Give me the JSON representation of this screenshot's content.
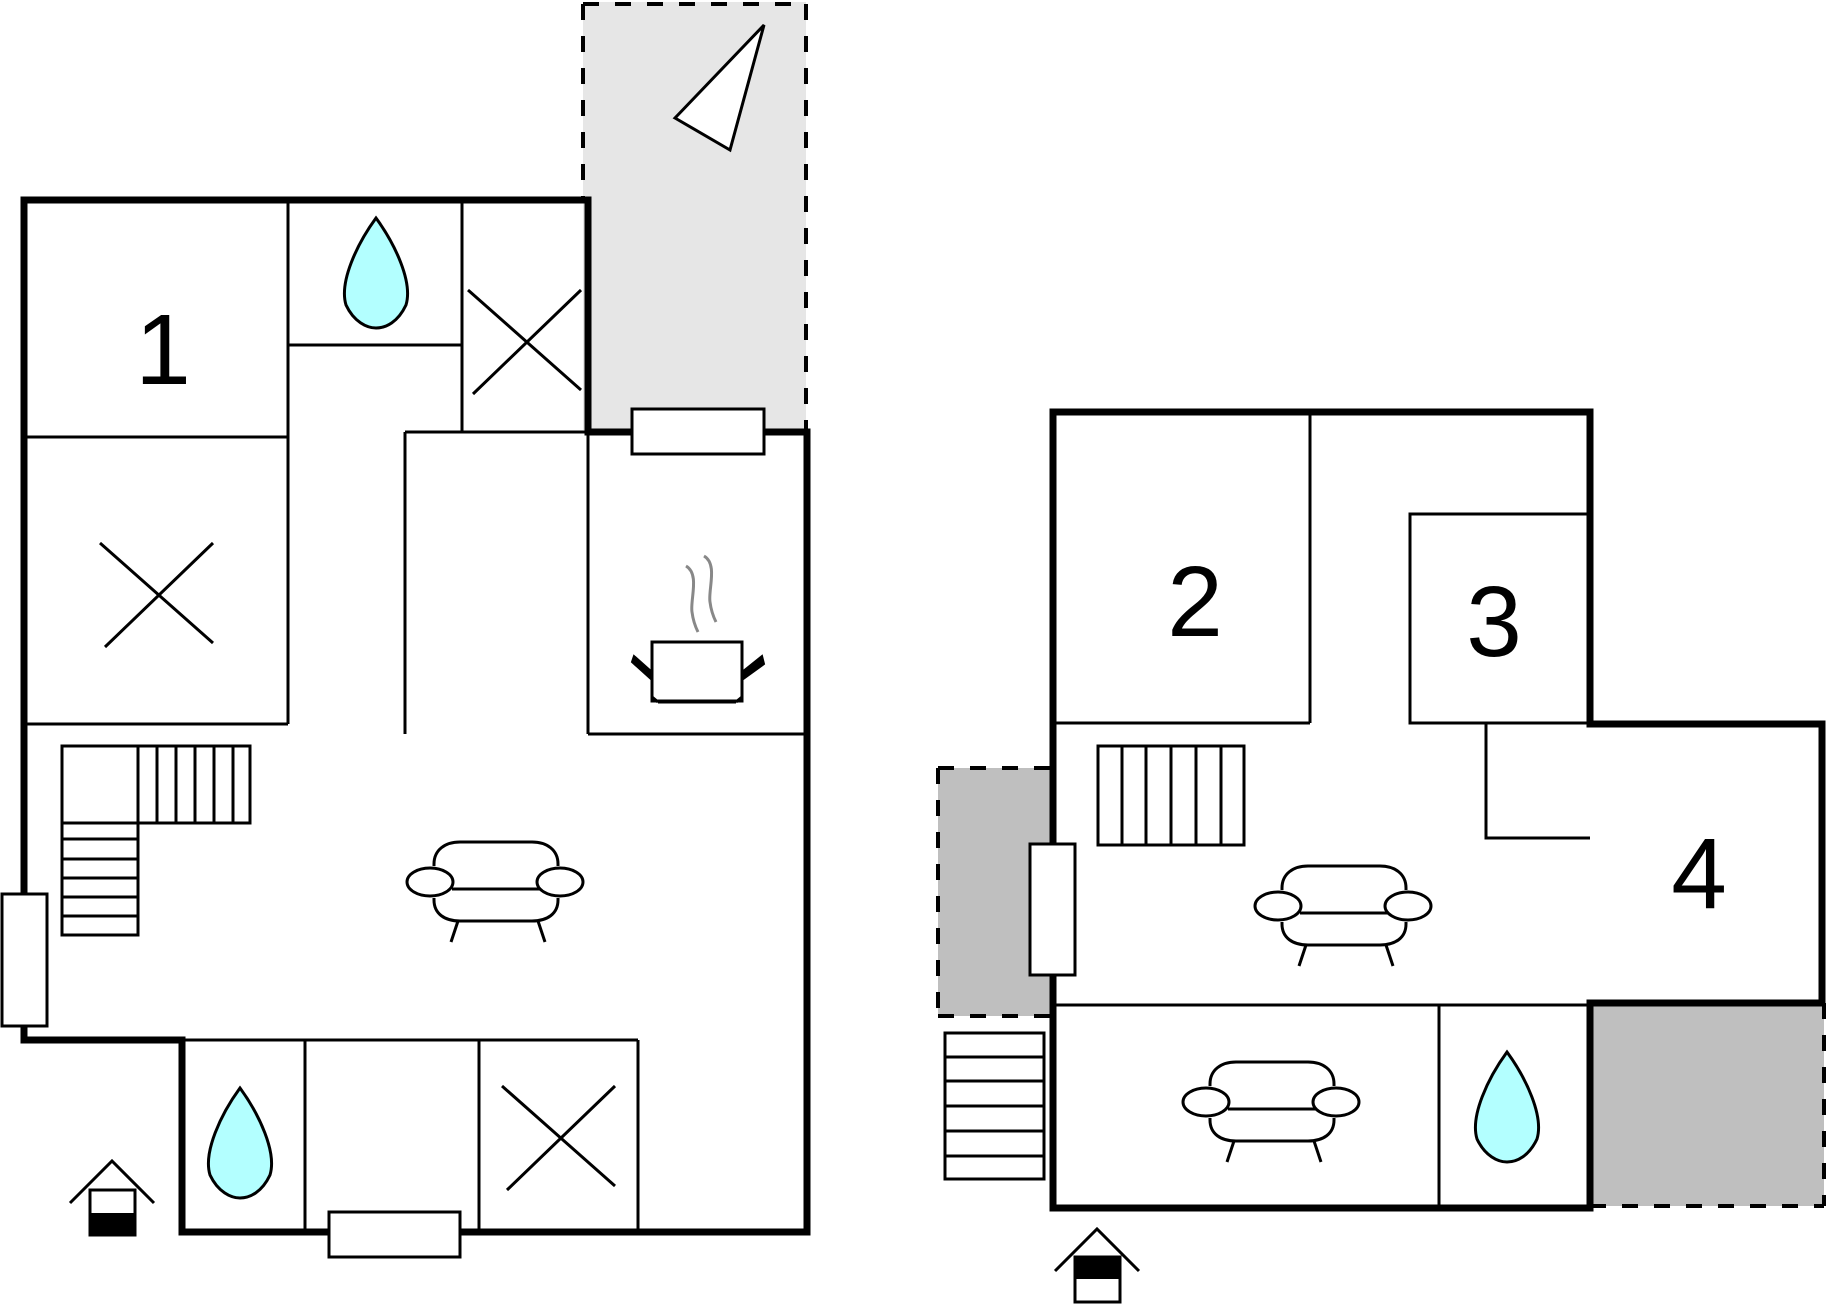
{
  "rooms": {
    "room_1": "1",
    "room_2": "2",
    "room_3": "3",
    "room_4": "4"
  },
  "colors": {
    "wall": "#000000",
    "terrace_light": "#e6e6e6",
    "terrace_dark": "#bfbfbf",
    "water_drop": "#b3ffff",
    "steam": "#888888"
  },
  "icons": {
    "bathroom": "water-drop-icon",
    "kitchen": "cooking-pot-icon",
    "living": "sofa-icon",
    "bed": "bed-cross-icon",
    "stairs": "stairs-icon",
    "entrance": "entrance-house-icon",
    "window": "window-icon",
    "sun_roof": "sun-triangle-icon"
  }
}
